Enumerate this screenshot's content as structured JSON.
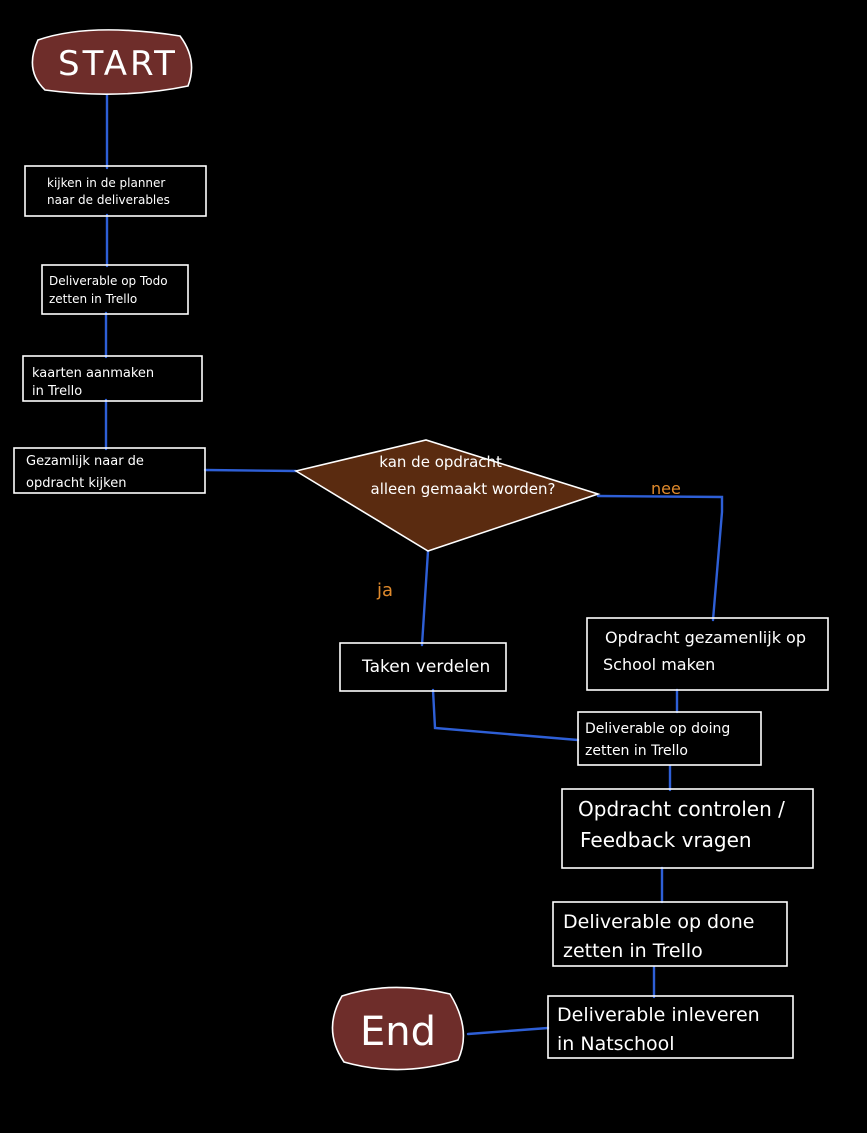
{
  "colors": {
    "background": "#000000",
    "connector": "#2e5fd6",
    "terminal_fill": "#6e2d2a",
    "decision_fill": "#5a2b10",
    "branch_label": "#e08a2c",
    "outline": "#ffffff"
  },
  "nodes": {
    "start": "START",
    "step1": [
      "kijken in de planner",
      "naar de deliverables"
    ],
    "step2": [
      "Deliverable op Todo",
      "zetten in Trello"
    ],
    "step3": [
      "kaarten aanmaken",
      "in Trello"
    ],
    "step4": [
      "Gezamlijk naar de",
      "opdracht kijken"
    ],
    "decision": [
      "kan de opdracht",
      "alleen gemaakt worden?"
    ],
    "branch_yes": "ja",
    "branch_no": "nee",
    "tasks": "Taken verdelen",
    "together": [
      "Opdracht gezamenlijk op",
      "School maken"
    ],
    "doing": [
      "Deliverable op doing",
      "zetten in Trello"
    ],
    "check": [
      "Opdracht controlen /",
      "Feedback vragen"
    ],
    "done": [
      "Deliverable op done",
      "zetten in Trello"
    ],
    "submit": [
      "Deliverable inleveren",
      "in Natschool"
    ],
    "end": "End"
  }
}
